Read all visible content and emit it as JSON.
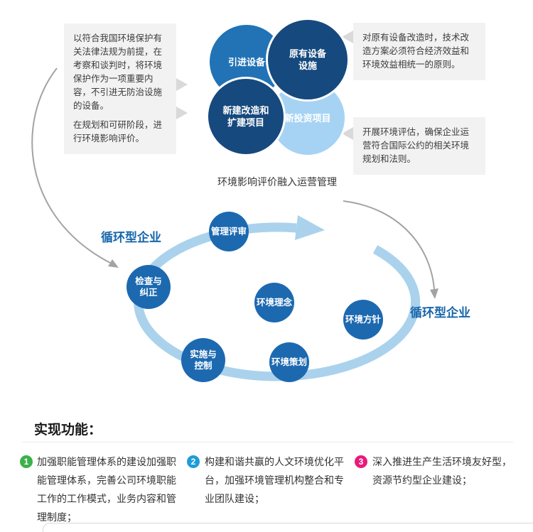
{
  "venn": {
    "circles": [
      {
        "label": "引进设备"
      },
      {
        "label": "原有设备\n设施"
      },
      {
        "label": "新建改造和\n扩建项目"
      },
      {
        "label": "新投资项目"
      }
    ],
    "caption": "环境影响评价融入运营管理"
  },
  "callouts": {
    "left": [
      {
        "text": "以符合我国环境保护有关法律法规为前提，在考察和谈判时，将环境保护作为一项重要内容，不引进无防治设施的设备。"
      },
      {
        "text": "在规划和可研阶段，进行环境影响评价。"
      }
    ],
    "right": [
      {
        "text": "对原有设备改造时，技术改造方案必须符合经济效益和环境效益相统一的原则。"
      },
      {
        "text": "开展环境评估，确保企业运营符合国际公约的相关环境规划和法则。"
      }
    ]
  },
  "cycle": {
    "left_label": "循环型企业",
    "right_label": "循环型企业",
    "nodes": [
      {
        "label": "管理评审"
      },
      {
        "label": "检查与\n纠正"
      },
      {
        "label": "实施与\n控制"
      },
      {
        "label": "环境策划"
      },
      {
        "label": "环境方针"
      },
      {
        "label": "环境理念"
      }
    ]
  },
  "functions": {
    "heading": "实现功能：",
    "items": [
      {
        "number": "1",
        "text": "加强职能管理体系的建设加强职能管理体系，完善公司环境职能工作的工作模式，业务内容和管理制度；"
      },
      {
        "number": "2",
        "text": "构建和谐共赢的人文环境优化平台，加强环境管理机构整合和专业团队建设；"
      },
      {
        "number": "3",
        "text": "深入推进生产生活环境友好型，资源节约型企业建设；"
      }
    ]
  },
  "colors": {
    "venn_medium_blue": "#2173b6",
    "venn_dark_blue": "#16497e",
    "venn_light_blue": "#a6d3f3",
    "node_blue": "#1c69b0",
    "cycle_arc_blue": "#aad2ec",
    "cycle_label_blue": "#1766ab",
    "badge_green": "#3cb14a",
    "badge_blue": "#1f9cd8",
    "badge_pink": "#e91a7b",
    "callout_gray": "#f2f2f2"
  }
}
